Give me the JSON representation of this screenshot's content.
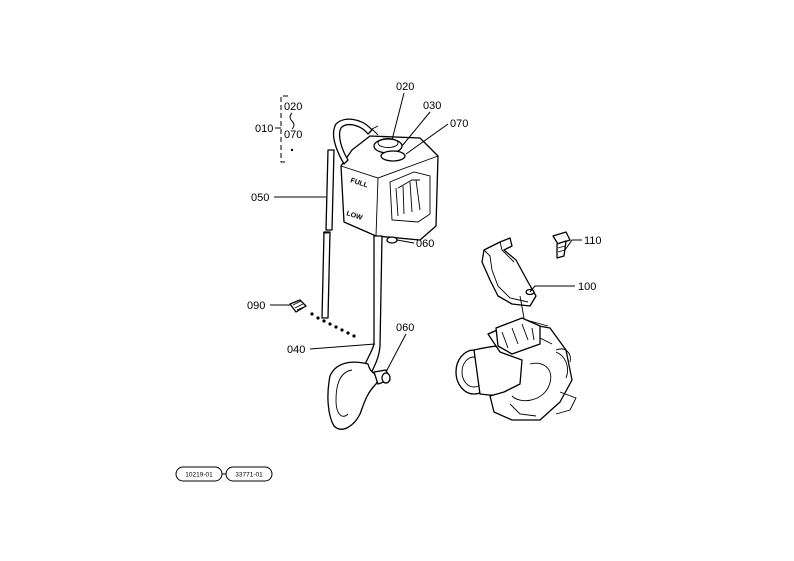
{
  "labels": {
    "p010": "010",
    "p020_bracket": "020",
    "p070_bracket": "070",
    "p020": "020",
    "p030": "030",
    "p070": "070",
    "p050": "050",
    "p060_top": "060",
    "p090": "090",
    "p060_bottom": "060",
    "p040": "040",
    "p100": "100",
    "p110": "110"
  },
  "tank_marks": {
    "full": "FULL",
    "low": "LOW"
  },
  "code_box": {
    "left": "10219-01",
    "right": "33771-01"
  }
}
